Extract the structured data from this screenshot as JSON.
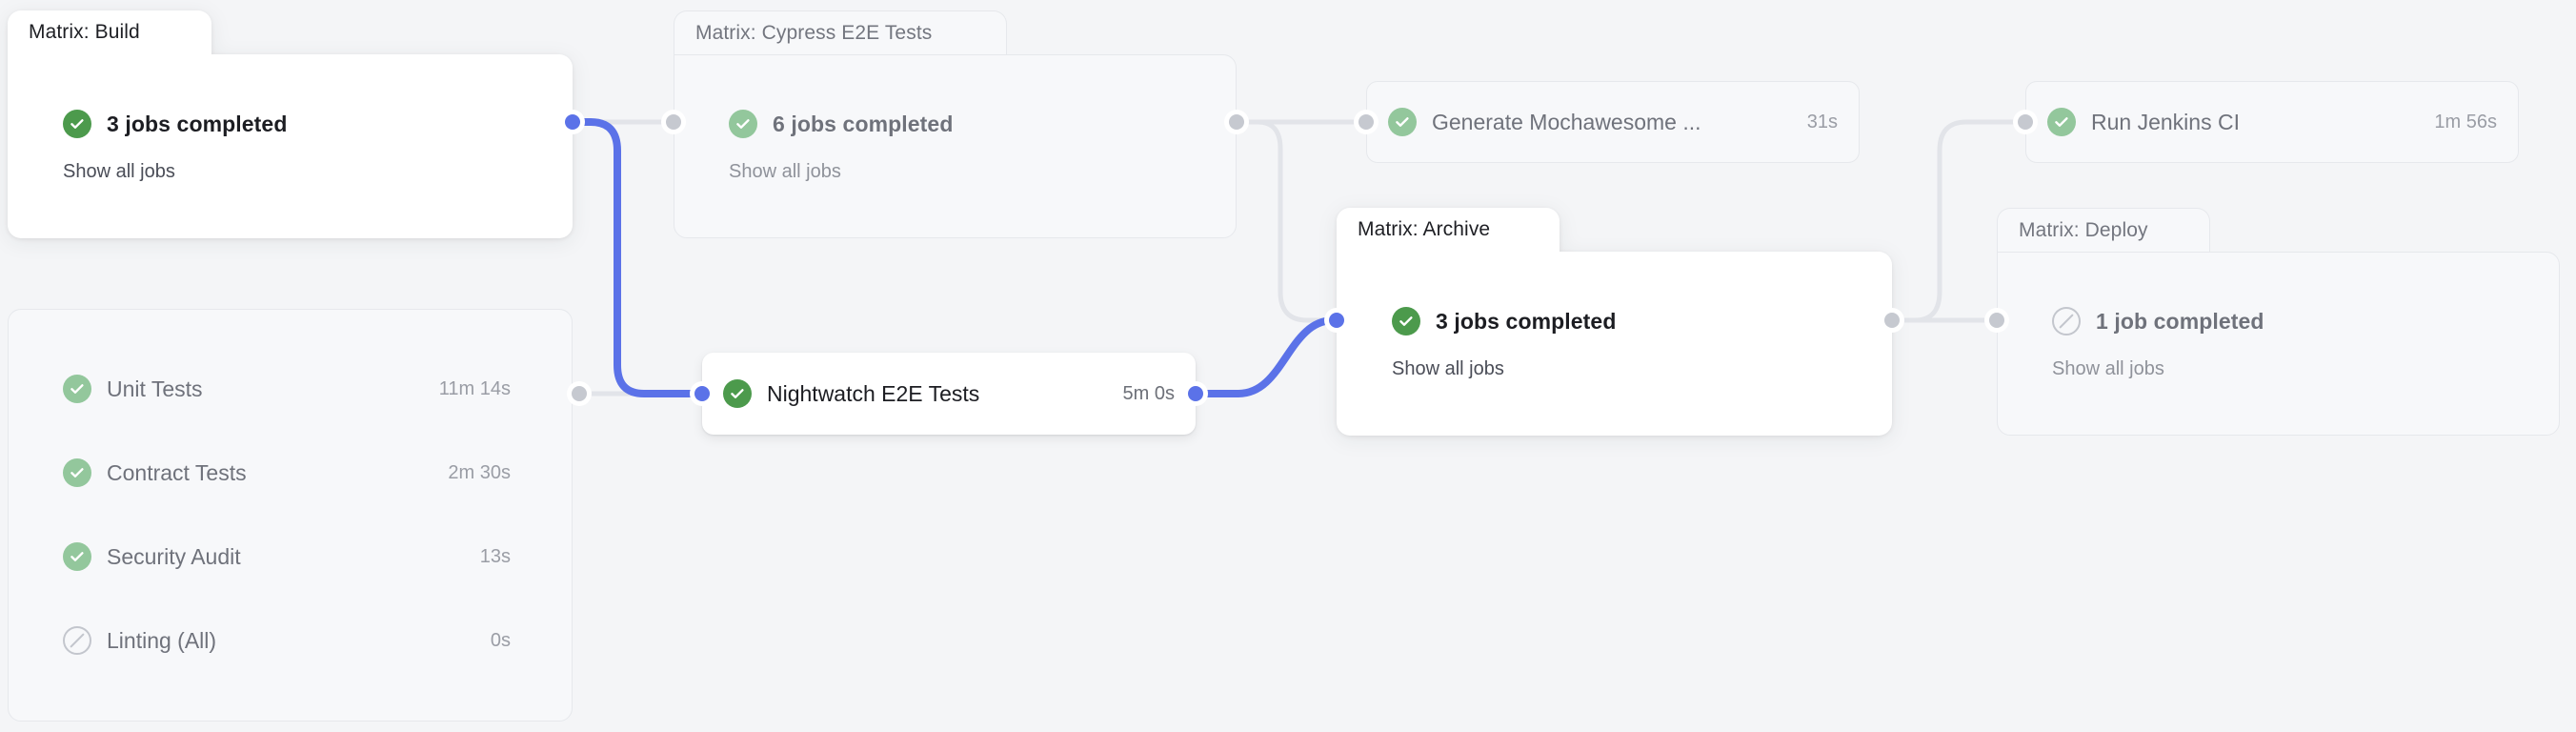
{
  "theme": {
    "canvas_bg": "#f4f5f7",
    "accent_edge": "#5b72e8",
    "idle_edge": "#e2e4e9",
    "success_strong": "#4c9a4c",
    "success_muted": "#93c79c",
    "skipped": "#c3c6cd",
    "text_strong": "#1c1d22",
    "text_muted": "#6f727b"
  },
  "groups": {
    "build": {
      "tab_label": "Matrix: Build",
      "status_text": "3 jobs completed",
      "status_icon": "check-circle-icon",
      "show_all_label": "Show all jobs",
      "state": "active"
    },
    "cypress": {
      "tab_label": "Matrix: Cypress E2E Tests",
      "status_text": "6 jobs completed",
      "status_icon": "check-circle-icon",
      "show_all_label": "Show all jobs",
      "state": "dim"
    },
    "archive": {
      "tab_label": "Matrix: Archive",
      "status_text": "3 jobs completed",
      "status_icon": "check-circle-icon",
      "show_all_label": "Show all jobs",
      "state": "active"
    },
    "deploy": {
      "tab_label": "Matrix: Deploy",
      "status_text": "1 job completed",
      "status_icon": "skipped-circle-icon",
      "show_all_label": "Show all jobs",
      "state": "dim"
    }
  },
  "test_list": {
    "items": [
      {
        "label": "Unit Tests",
        "duration": "11m 14s",
        "icon": "check-circle-icon",
        "state": "success"
      },
      {
        "label": "Contract Tests",
        "duration": "2m 30s",
        "icon": "check-circle-icon",
        "state": "success"
      },
      {
        "label": "Security Audit",
        "duration": "13s",
        "icon": "check-circle-icon",
        "state": "success"
      },
      {
        "label": "Linting (All)",
        "duration": "0s",
        "icon": "skipped-circle-icon",
        "state": "skipped"
      }
    ]
  },
  "nodes": {
    "nightwatch": {
      "label": "Nightwatch E2E Tests",
      "duration": "5m 0s",
      "icon": "check-circle-icon",
      "state": "active"
    },
    "mochawesome": {
      "label": "Generate Mochawesome ...",
      "duration": "31s",
      "icon": "check-circle-icon",
      "state": "dim"
    },
    "jenkins": {
      "label": "Run Jenkins CI",
      "duration": "1m 56s",
      "icon": "check-circle-icon",
      "state": "dim"
    }
  }
}
